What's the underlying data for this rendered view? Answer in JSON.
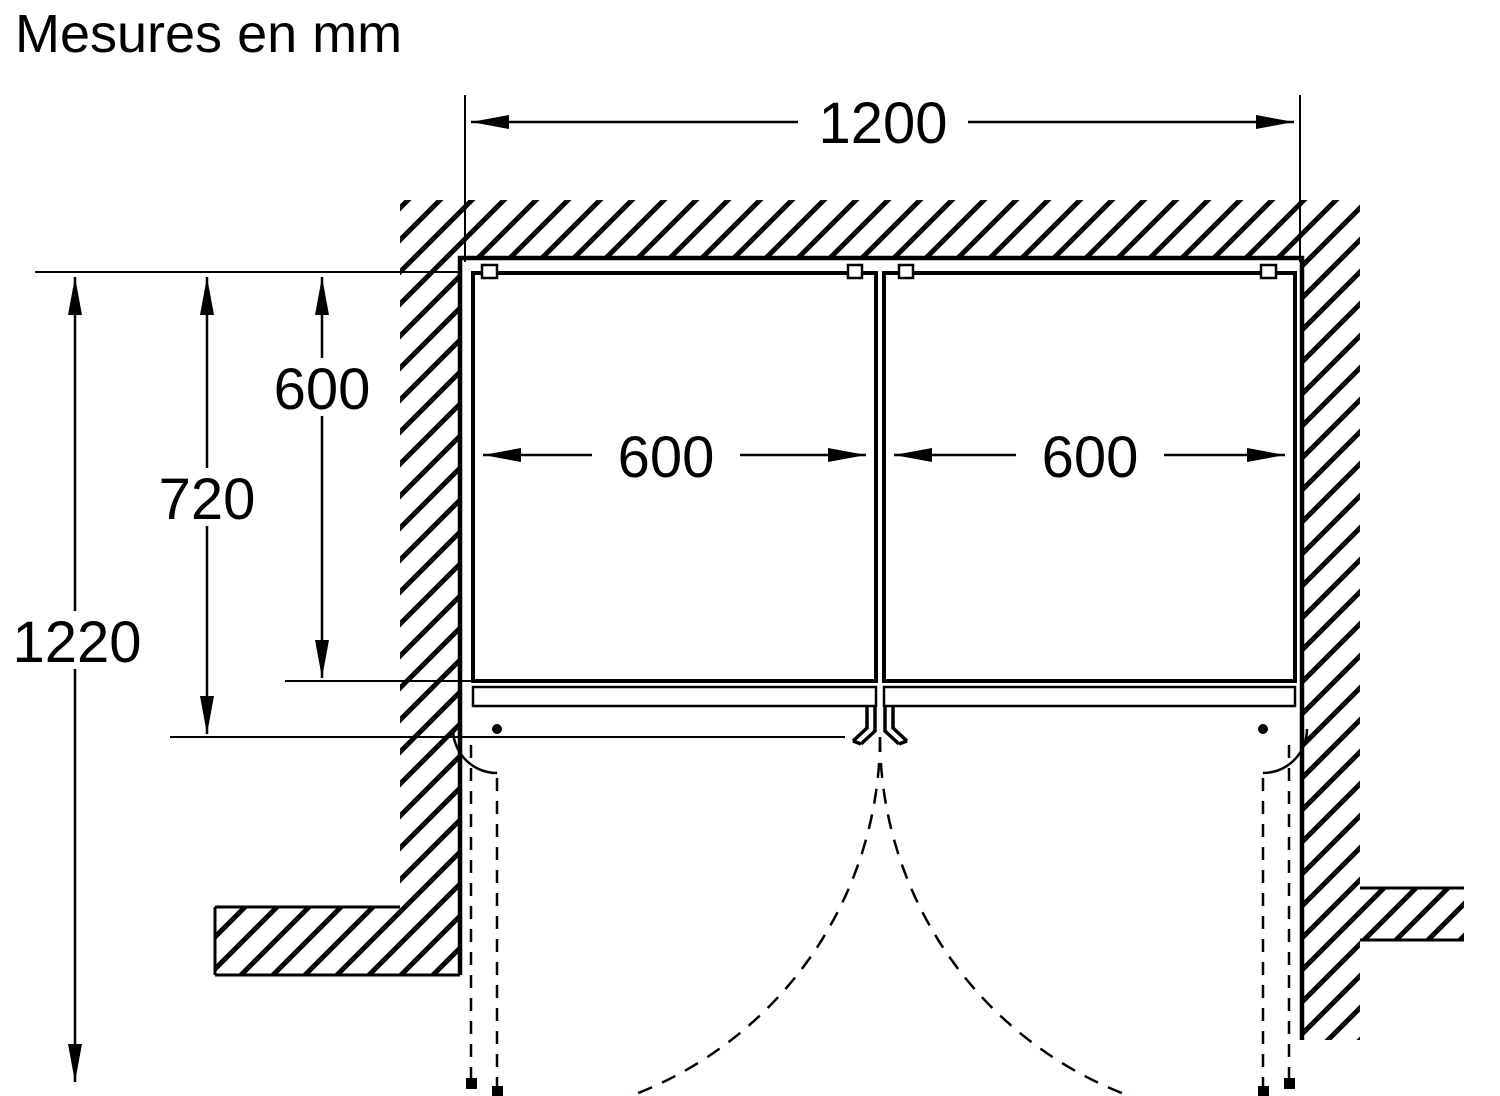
{
  "title": "Mesures en mm",
  "colors": {
    "line": "#000000",
    "background": "#ffffff"
  },
  "labels": {
    "niche_width": "1200",
    "appliance_depth": "600",
    "depth_with_open_door": "720",
    "total_depth_doors_open": "1220",
    "unit_width_left": "600",
    "unit_width_right": "600"
  }
}
